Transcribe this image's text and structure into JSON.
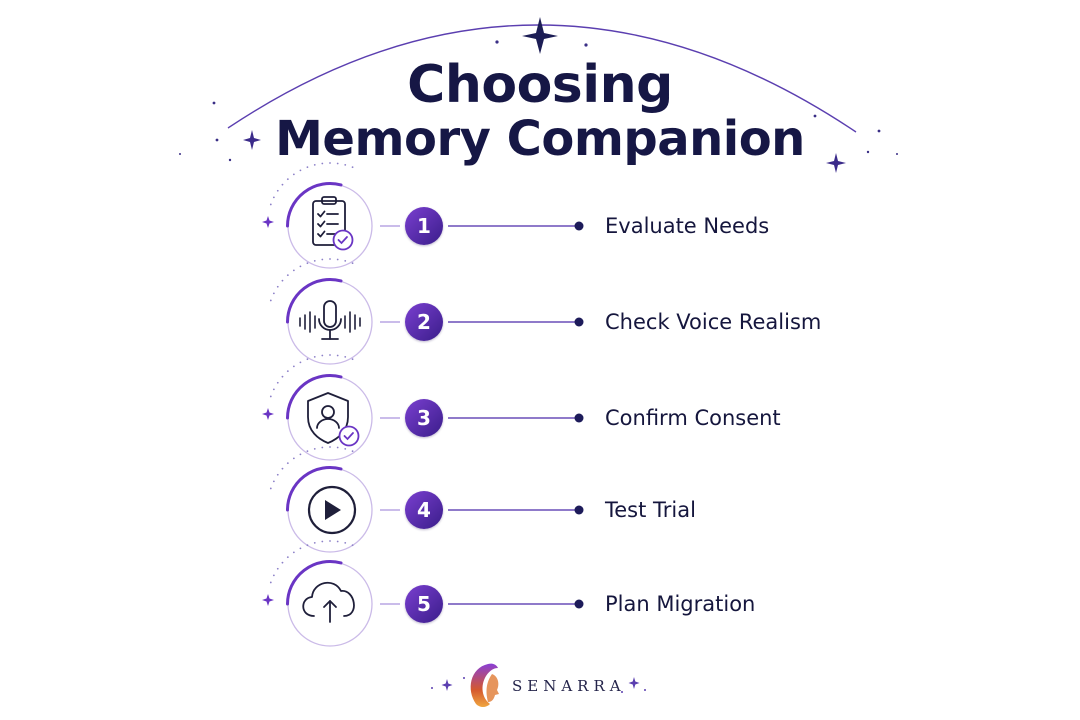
{
  "title": {
    "line1": "Choosing",
    "line2": "Memory Companion"
  },
  "steps": [
    {
      "number": "1",
      "label": "Evaluate Needs",
      "icon": "clipboard-check-icon"
    },
    {
      "number": "2",
      "label": "Check Voice Realism",
      "icon": "microphone-soundwave-icon"
    },
    {
      "number": "3",
      "label": "Confirm Consent",
      "icon": "shield-user-check-icon"
    },
    {
      "number": "4",
      "label": "Test Trial",
      "icon": "play-icon"
    },
    {
      "number": "5",
      "label": "Plan Migration",
      "icon": "cloud-upload-icon"
    }
  ],
  "brand": {
    "name": "Senarra",
    "name_display": "SENARRA",
    "logo_icon": "woman-profile-logo-icon"
  },
  "colors": {
    "navy": "#161745",
    "purple": "#6a35c4",
    "purple_light": "#cbbbe8",
    "white": "#ffffff"
  }
}
